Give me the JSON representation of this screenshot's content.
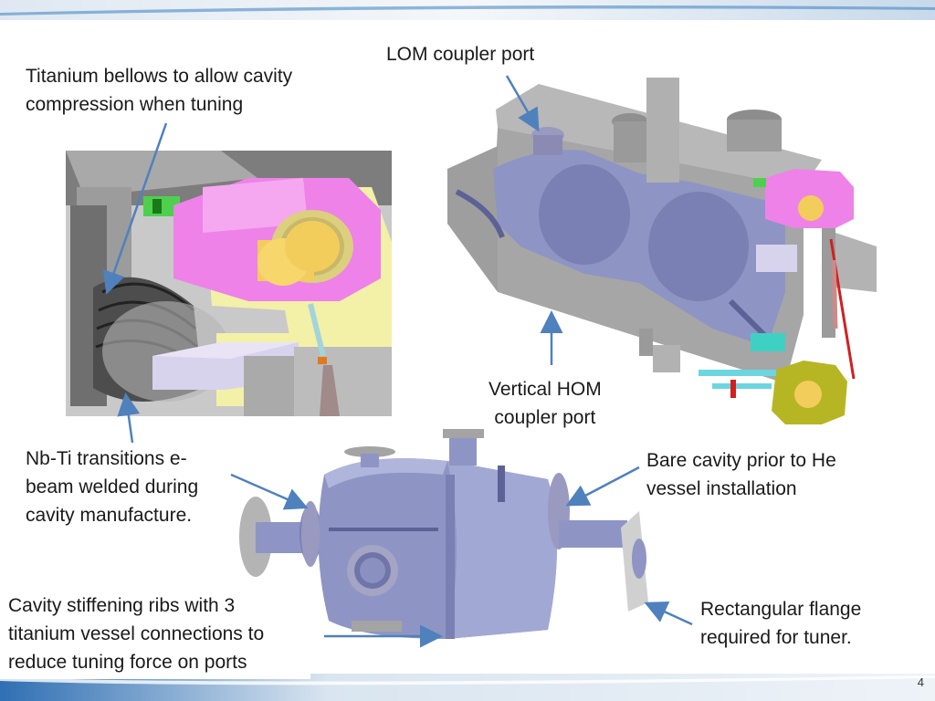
{
  "labels": {
    "bellows": [
      "Titanium bellows to allow cavity",
      "compression when tuning"
    ],
    "lom": [
      "LOM coupler port"
    ],
    "hom": [
      "Vertical HOM",
      "coupler port"
    ],
    "nbti": [
      "Nb-Ti transitions e-",
      "beam welded during",
      "cavity manufacture."
    ],
    "bare": [
      "Bare cavity prior to He",
      "vessel installation"
    ],
    "ribs": [
      "Cavity stiffening ribs with 3",
      "titanium vessel connections to",
      "reduce tuning force on ports"
    ],
    "rect": [
      "Rectangular flange",
      "required for tuner."
    ]
  },
  "page_number": "4",
  "colors": {
    "arrow": "#4f81bd",
    "cavity_blue": "#8e95c4",
    "cavity_dark": "#5c6296",
    "tuner_pink": "#ee82e8",
    "tuner_yellow": "#f2cd5c",
    "bracket_yellow": "#f3f0a8",
    "steel_gray": "#9a9a9a",
    "band_blue": "#3b7fc0"
  }
}
